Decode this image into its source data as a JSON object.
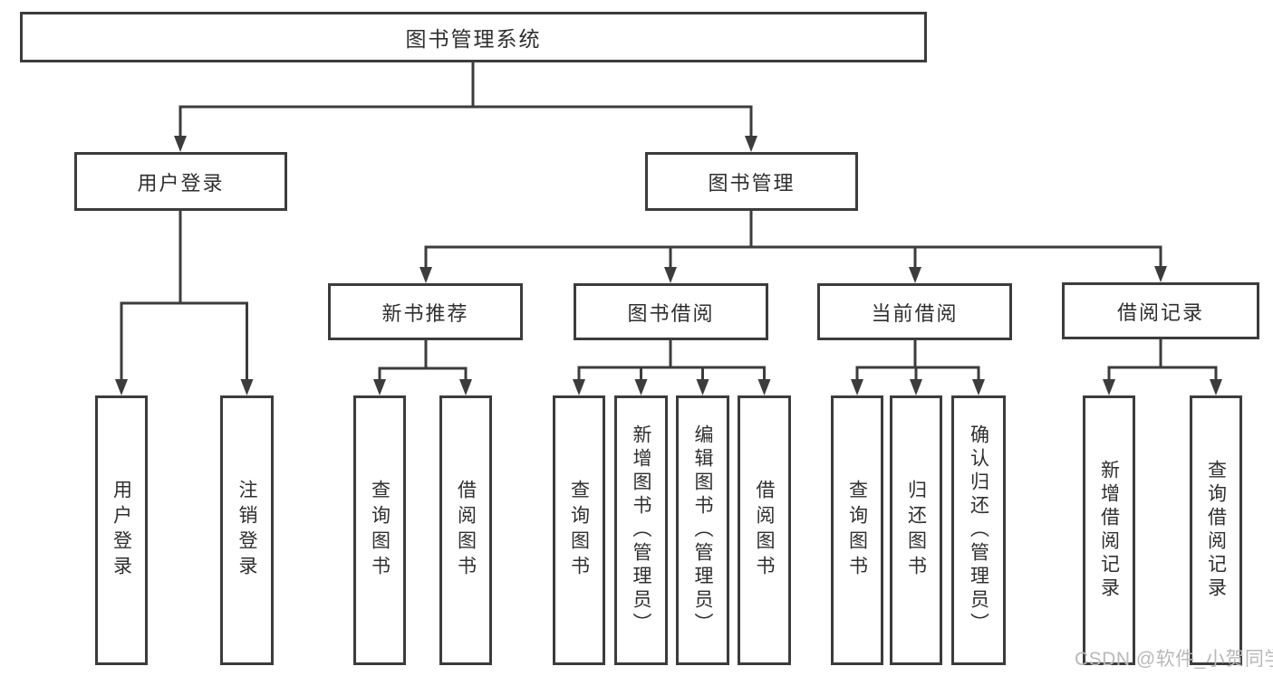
{
  "colors": {
    "line": "#3c3c3c",
    "border": "#3c3c3c",
    "text": "#2f2f2f",
    "watermark": "#b9b9b9",
    "background": "#ffffff"
  },
  "watermark": "CSDN @软件_小贺同学",
  "diagram": {
    "root": {
      "label": "图书管理系统",
      "children": [
        {
          "label": "用户登录",
          "children": [
            {
              "label": "用户登录"
            },
            {
              "label": "注销登录"
            }
          ]
        },
        {
          "label": "图书管理",
          "children": [
            {
              "label": "新书推荐",
              "children": [
                {
                  "label": "查询图书"
                },
                {
                  "label": "借阅图书"
                }
              ]
            },
            {
              "label": "图书借阅",
              "children": [
                {
                  "label": "查询图书"
                },
                {
                  "label": "新增图书（管理员）"
                },
                {
                  "label": "编辑图书（管理员）"
                },
                {
                  "label": "借阅图书"
                }
              ]
            },
            {
              "label": "当前借阅",
              "children": [
                {
                  "label": "查询图书"
                },
                {
                  "label": "归还图书"
                },
                {
                  "label": "确认归还（管理员）"
                }
              ]
            },
            {
              "label": "借阅记录",
              "children": [
                {
                  "label": "新增借阅记录"
                },
                {
                  "label": "查询借阅记录"
                }
              ]
            }
          ]
        }
      ]
    }
  }
}
